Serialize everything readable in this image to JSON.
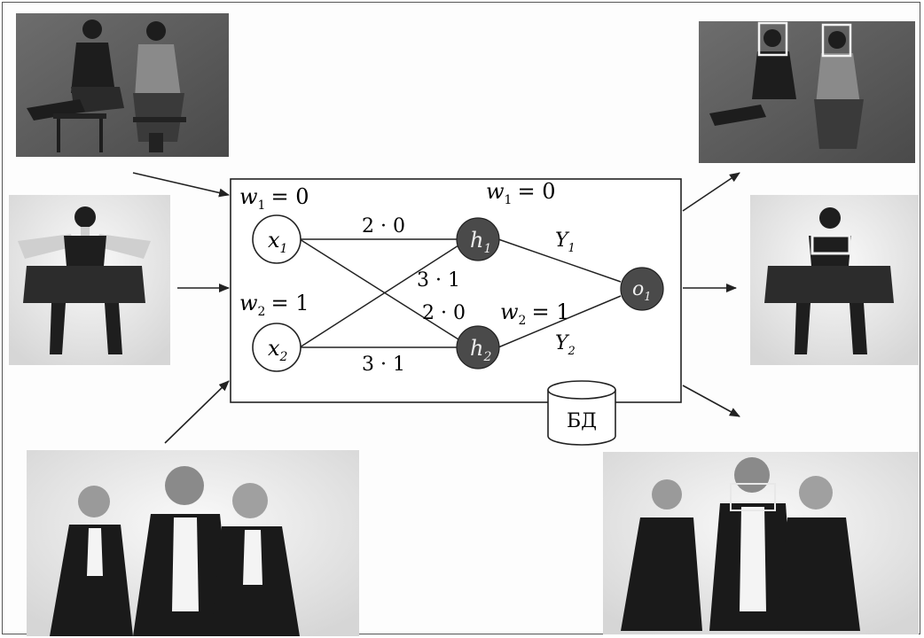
{
  "network": {
    "input_weights": {
      "w1": {
        "sym": "w",
        "sub": "1",
        "eq": "= 0"
      },
      "w2": {
        "sym": "w",
        "sub": "2",
        "eq": "= 1"
      }
    },
    "hidden_weights": {
      "w1": {
        "sym": "w",
        "sub": "1",
        "eq": "= 0"
      },
      "w2": {
        "sym": "w",
        "sub": "2",
        "eq": "= 1"
      }
    },
    "nodes": {
      "x1": {
        "sym": "x",
        "sub": "1"
      },
      "x2": {
        "sym": "x",
        "sub": "2"
      },
      "h1": {
        "sym": "h",
        "sub": "1"
      },
      "h2": {
        "sym": "h",
        "sub": "2"
      },
      "o1": {
        "sym": "o",
        "sub": "1"
      }
    },
    "edge_labels": {
      "x1_h1": "2 · 0",
      "x2_h1": "3 · 1",
      "x1_h2": "2 · 0",
      "x2_h2": "3 · 1"
    },
    "outputs": {
      "y1": {
        "sym": "Y",
        "sub": "1"
      },
      "y2": {
        "sym": "Y",
        "sub": "2"
      }
    },
    "database_label": "БД"
  }
}
